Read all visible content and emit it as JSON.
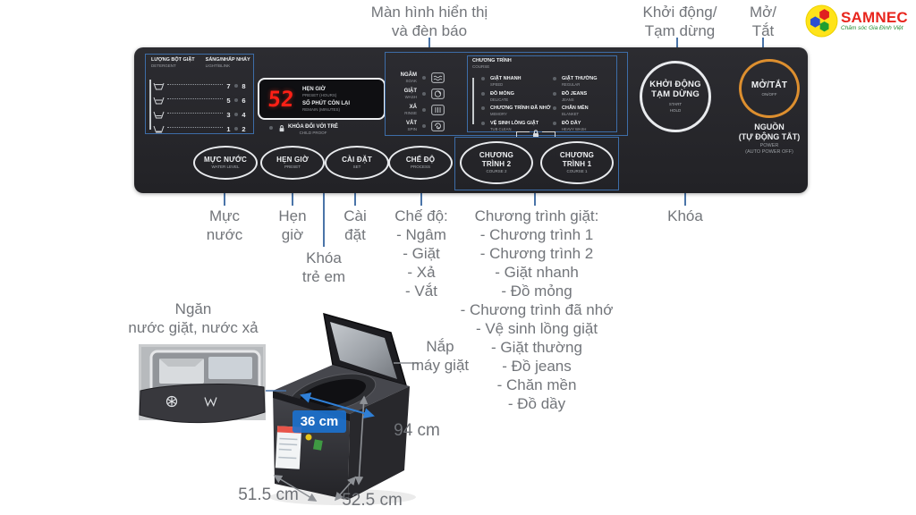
{
  "logo": {
    "name": "SAMNEC",
    "tagline": "Chăm sóc Gia Đình Việt"
  },
  "callouts": {
    "display_panel": [
      "Màn hình hiển thị",
      "và đèn báo"
    ],
    "start_pause": [
      "Khởi động/",
      "Tạm dừng"
    ],
    "on_off": [
      "Mở/",
      "Tắt"
    ],
    "water_level": [
      "Mực",
      "nước"
    ],
    "preset": [
      "Hẹn",
      "giờ"
    ],
    "set": [
      "Cài",
      "đặt"
    ],
    "child_lock": [
      "Khóa",
      "trẻ em"
    ],
    "process_title": "Chế độ:",
    "process_items": [
      "- Ngâm",
      "- Giặt",
      "- Xả",
      "- Vắt"
    ],
    "course_title": "Chương trình giặt:",
    "course_items": [
      "- Chương trình 1",
      "- Chương trình 2",
      "- Giặt nhanh",
      "- Đồ mỏng",
      "- Chương trình đã nhớ",
      "- Vệ sinh lồng giặt",
      "- Giặt thường",
      "- Đồ jeans",
      "- Chăn mền",
      "- Đồ dầy"
    ],
    "lock": "Khóa",
    "drawer": [
      "Ngăn",
      "nước giặt, nước xả"
    ],
    "lid": [
      "Nắp",
      "máy giặt"
    ]
  },
  "panel": {
    "detergent": {
      "title_vn": "LƯỢNG BỘT GIẶT",
      "title_en": "DETERGENT",
      "blink_vn": "SÁNG/NHẤP NHÁY",
      "blink_en": "LIGHT/BLINK",
      "rows": [
        {
          "left": "7",
          "right": "8"
        },
        {
          "left": "5",
          "right": "6"
        },
        {
          "left": "3",
          "right": "4"
        },
        {
          "left": "1",
          "right": "2"
        }
      ]
    },
    "display": {
      "value": "52",
      "preset_vn": "HẸN GIỜ",
      "preset_en": "PRESET (HOURS)",
      "remain_vn": "SỐ PHÚT CÒN LẠI",
      "remain_en": "REMAIN (MINUTES)"
    },
    "child_proof": {
      "vn": "KHÓA ĐỐI VỚI TRẺ",
      "en": "CHILD PROOF"
    },
    "stages": [
      {
        "vn": "NGÂM",
        "en": "SOAK"
      },
      {
        "vn": "GIẶT",
        "en": "WASH"
      },
      {
        "vn": "XẢ",
        "en": "RINSE"
      },
      {
        "vn": "VẮT",
        "en": "SPIN"
      }
    ],
    "course": {
      "title_vn": "CHƯƠNG TRÌNH",
      "title_en": "COURSE",
      "items": [
        {
          "vn": "GIẶT NHANH",
          "en": "SPEED"
        },
        {
          "vn": "GIẶT THƯỜNG",
          "en": "REGULAR"
        },
        {
          "vn": "ĐỒ MỎNG",
          "en": "DELICATE"
        },
        {
          "vn": "ĐỒ JEANS",
          "en": "JEANS"
        },
        {
          "vn": "CHƯƠNG TRÌNH ĐÃ NHỚ",
          "en": "MEMORY"
        },
        {
          "vn": "CHĂN MỀN",
          "en": "BLANKET"
        },
        {
          "vn": "VỆ SINH LỒNG GIẶT",
          "en": "TUB CLEAN"
        },
        {
          "vn": "ĐỒ DẦY",
          "en": "HEAVY WASH"
        }
      ]
    },
    "buttons": [
      {
        "vn": "MỰC NƯỚC",
        "en": "WATER LEVEL"
      },
      {
        "vn": "HẸN GIỜ",
        "en": "PRESET"
      },
      {
        "vn": "CÀI ĐẶT",
        "en": "SET"
      },
      {
        "vn": "CHẾ ĐỘ",
        "en": "PROCESS"
      }
    ],
    "course_buttons": [
      {
        "vn1": "CHƯƠNG",
        "vn2": "TRÌNH 2",
        "en": "COURSE 2"
      },
      {
        "vn1": "CHƯƠNG",
        "vn2": "TRÌNH 1",
        "en": "COURSE 1"
      }
    ],
    "start_button": {
      "vn1": "KHỞI ĐỘNG",
      "vn2": "TẠM DỪNG",
      "en1": "START",
      "en2": "HOLD"
    },
    "power_button": {
      "vn": "MỞ/TẮT",
      "en": "ON/OFF"
    },
    "power_note": [
      "NGUỒN",
      "(TỰ ĐỘNG TẮT)",
      "POWER",
      "(AUTO POWER OFF)"
    ]
  },
  "dimensions": {
    "drum": "36 cm",
    "height": "94 cm",
    "depth": "51.5 cm",
    "width": "52.5 cm"
  },
  "colors": {
    "callout_blue": "#4a74a8",
    "badge_blue": "#1a73d4",
    "ring_orange": "#dd8f2f",
    "display_red": "#ff2016"
  }
}
